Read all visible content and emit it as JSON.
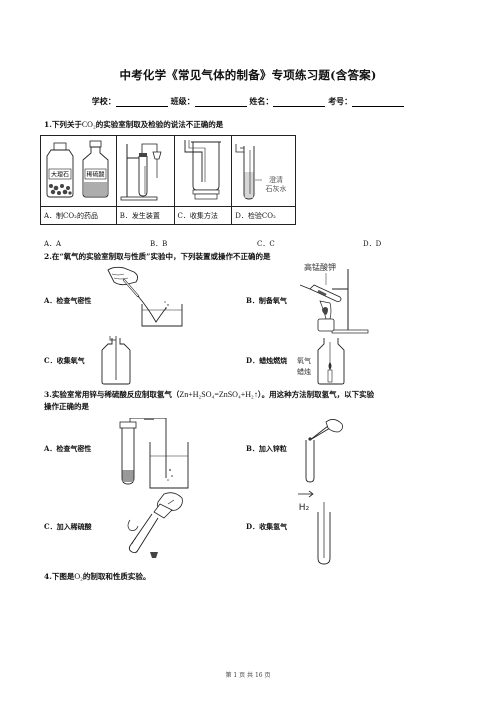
{
  "header": {
    "title": "中考化学《常见气体的制备》专项练习题(含答案)",
    "school_label": "学校：",
    "class_label": "班级：",
    "name_label": "姓名：",
    "number_label": "考号："
  },
  "q1": {
    "number": "1.",
    "text_before": "下列关于",
    "formula": "CO₂",
    "text_after": "的实验室制取及检验的说法不正确的是",
    "bottle_labels": [
      "大理石",
      "稀硫酸"
    ],
    "limewater_label": [
      "澄清",
      "石灰水"
    ],
    "cells": [
      "A．制CO₂的药品",
      "B．发生装置",
      "C．收集方法",
      "D．检验CO₂"
    ],
    "choices": [
      "A．A",
      "B．B",
      "C．C",
      "D．D"
    ]
  },
  "q2": {
    "number": "2.",
    "text": "在“氧气的实验室制取与性质”实验中，下列装置或操作不正确的是",
    "kmno4_label": "高锰酸钾",
    "oxygen_label": "氧气",
    "candle_label": "蜡烛",
    "options": {
      "A": "A．检查气密性",
      "B": "B．制备氧气",
      "C": "C．收集氧气",
      "D": "D．蜡烛燃烧"
    }
  },
  "q3": {
    "number": "3.",
    "text_before": "实验室常用锌与稀硫酸反应制取氢气（",
    "equation": "Zn+H₂SO₄=ZnSO₄+H₂↑",
    "text_after": "）。用这种方法制取氢气，以下实验",
    "text_line2": "操作正确的是",
    "h2_label": "H₂",
    "options": {
      "A": "A．检查气密性",
      "B": "B．加入锌粒",
      "C": "C．加入稀硫酸",
      "D": "D．收集氢气"
    }
  },
  "q4": {
    "number": "4.",
    "text_before": "下图是",
    "formula": "O₂",
    "text_after": "的制取和性质实验。"
  },
  "footer": {
    "page_text": "第 1 页 共 16 页"
  }
}
